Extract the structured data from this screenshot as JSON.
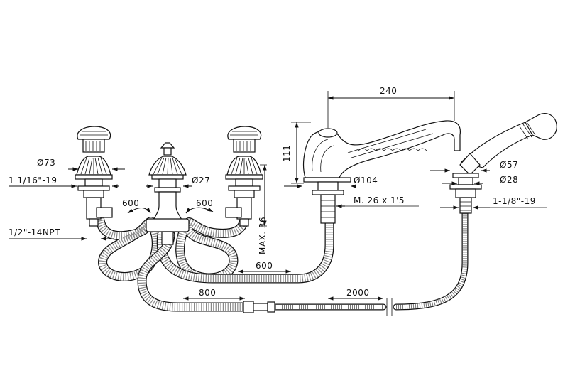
{
  "dimensions": {
    "spout_length": "240",
    "spout_height": "111",
    "knob_diameter": "Ø73",
    "valve_thread": "1 1/16\"-19",
    "diverter_diameter": "Ø27",
    "supply_thread": "1/2\"-14NPT",
    "hose_left": "600",
    "hose_right": "600",
    "hose_bottom": "600",
    "max_deck": "MAX. 36",
    "spout_base": "Ø104",
    "spout_thread": "M. 26 x 1'5",
    "handshower_escutcheon": "Ø57",
    "handshower_holder": "Ø28",
    "handshower_thread": "1-1/8\"-19",
    "hose_800": "800",
    "hose_2000": "2000"
  }
}
